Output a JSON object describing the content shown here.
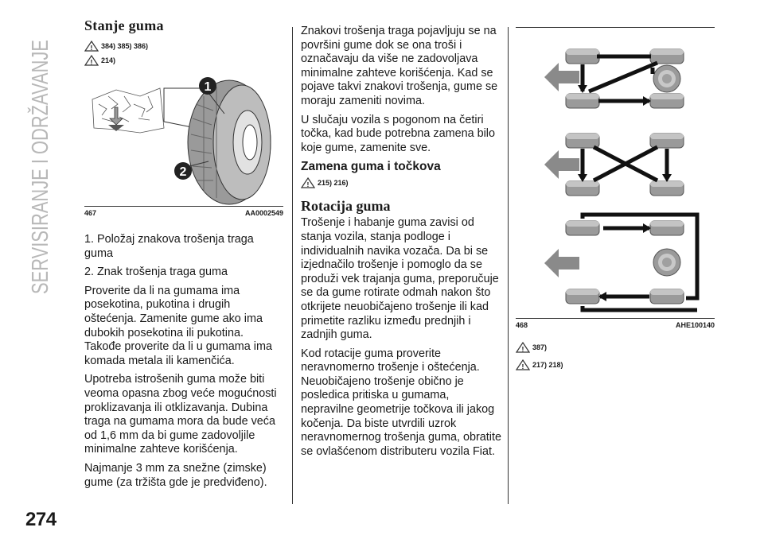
{
  "section_title": "SERVISIRANJE I ODRŽAVANJE",
  "page_number": "274",
  "left": {
    "heading": "Stanje guma",
    "warn1": "384) 385) 386)",
    "warn2": "214)",
    "figure": {
      "number": "467",
      "code": "AA0002549",
      "callouts": [
        "1",
        "2"
      ]
    },
    "list": [
      "1. Položaj znakova trošenja traga guma",
      "2. Znak trošenja traga guma"
    ],
    "paragraphs": [
      "Proverite da li na gumama ima posekotina, pukotina i drugih oštećenja. Zamenite gume ako ima dubokih posekotina ili pukotina. Takođe proverite da li u gumama ima komada metala ili kamenčića.",
      "Upotreba istrošenih guma može biti veoma opasna zbog veće mogućnosti proklizavanja ili otklizavanja. Dubina traga na gumama mora da bude veća od 1,6 mm da bi gume zadovoljile minimalne zahteve korišćenja.",
      "Najmanje 3 mm za snežne (zimske) gume (za tržišta gde je predviđeno)."
    ]
  },
  "middle": {
    "intro": "Znakovi trošenja traga pojavljuju se na površini gume dok se ona troši i označavaju da više ne zadovoljava minimalne zahteve korišćenja. Kad se pojave takvi znakovi trošenja, gume se moraju zameniti novima.",
    "intro2": "U slučaju vozila s pogonom na četiri točka, kad bude potrebna zamena bilo koje gume, zamenite sve.",
    "h2": "Zamena guma i točkova",
    "warn": "215) 216)",
    "h3": "Rotacija guma",
    "p1": "Trošenje i habanje guma zavisi od stanja vozila, stanja podloge i individualnih navika vozača. Da bi se izjednačilo trošenje i pomoglo da se produži vek trajanja guma, preporučuje se da gume rotirate odmah nakon što otkrijete neuobičajeno trošenje ili kad primetite razliku između prednjih i zadnjih guma.",
    "p2": "Kod rotacije guma proverite neravnomerno trošenje i oštećenja. Neuobičajeno trošenje obično je posledica pritiska u gumama, nepravilne geometrije točkova ili jakog kočenja. Da biste utvrdili uzrok neravnomernog trošenja guma, obratite se ovlašćenom distributeru vozila Fiat."
  },
  "right": {
    "figure": {
      "number": "468",
      "code": "AHE100140"
    },
    "warn1": "387)",
    "warn2": "217) 218)"
  },
  "colors": {
    "vertical_title": "#b8b8b8",
    "tire": "#8a8a8a",
    "arrow": "#7a7a7a"
  }
}
